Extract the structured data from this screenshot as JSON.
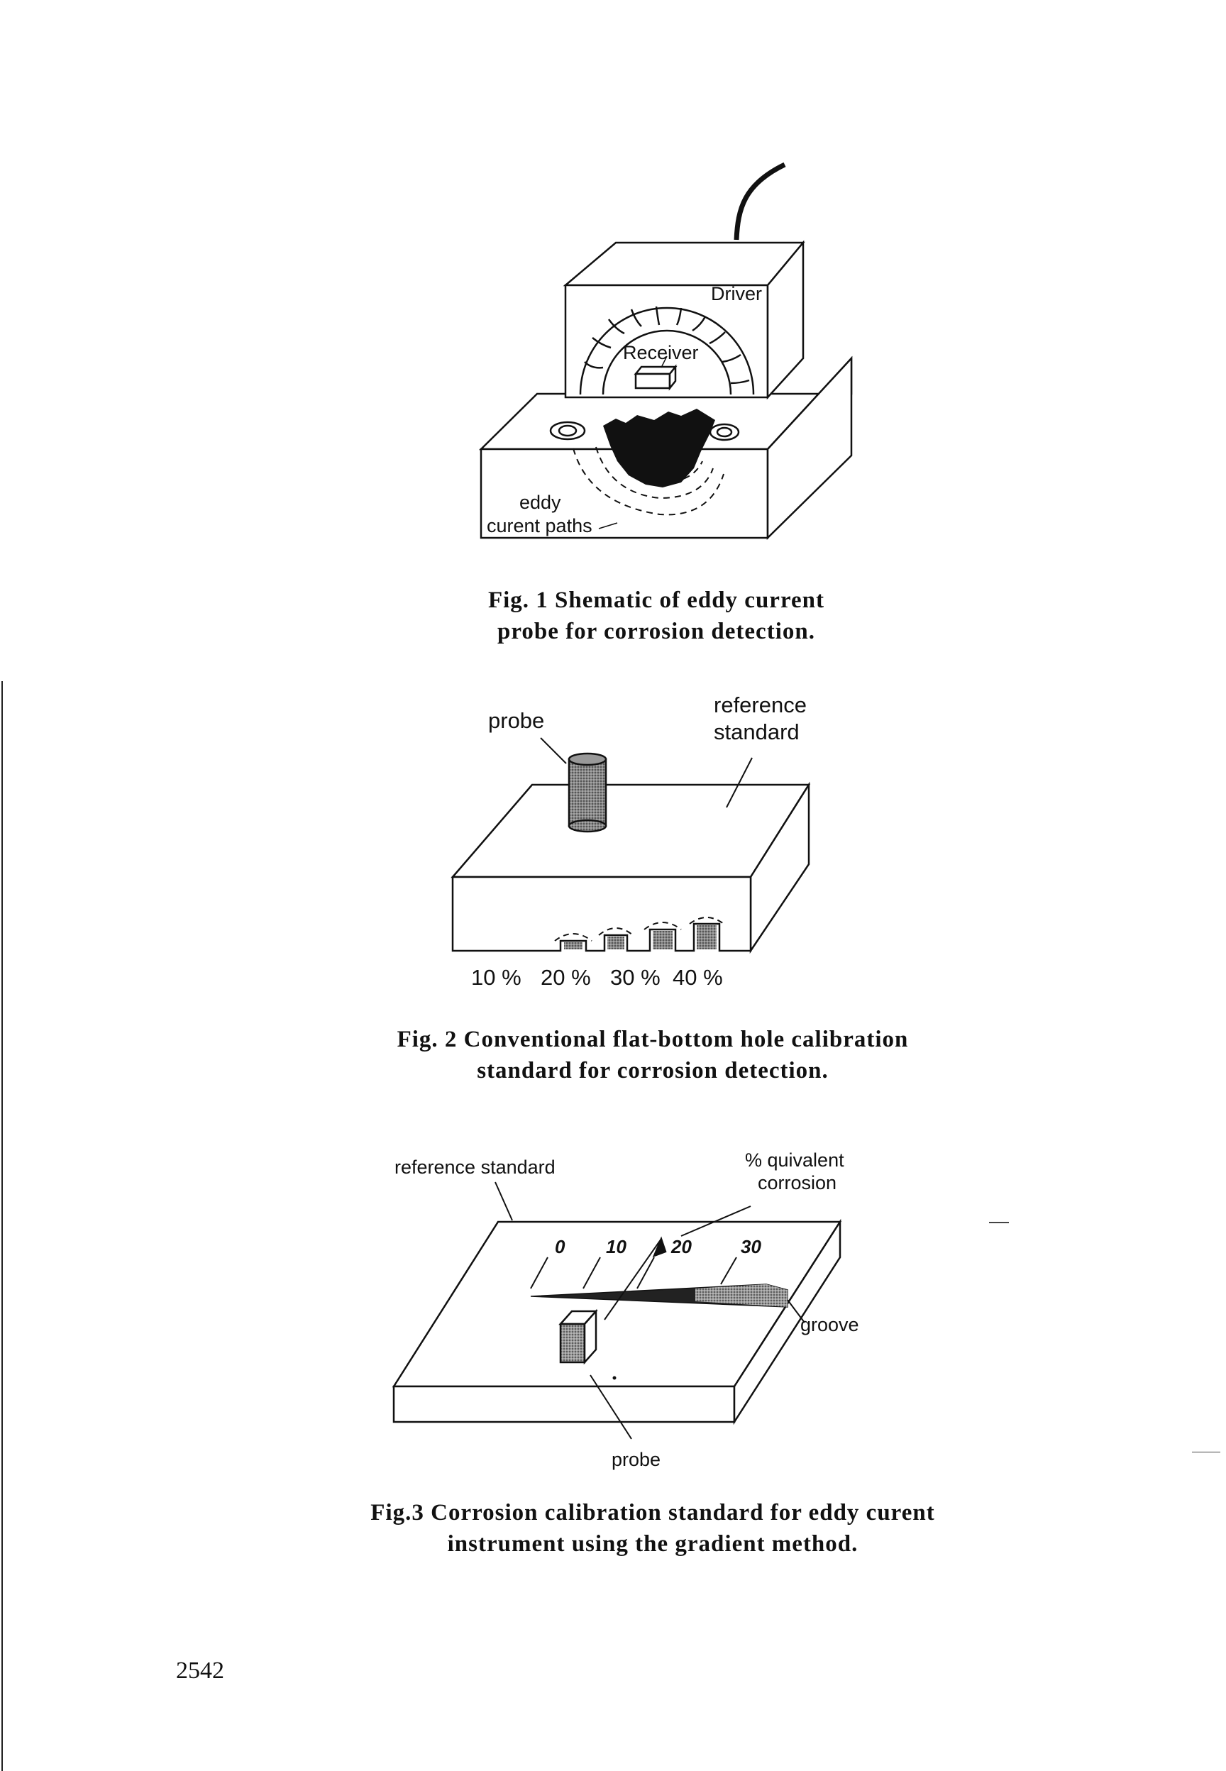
{
  "figures": [
    {
      "id": "fig1",
      "labels": {
        "driver": "Driver",
        "receiver": "Receiver",
        "eddy_line1": "eddy",
        "eddy_line2": "curent paths"
      },
      "caption_lines": [
        "Fig. 1 Shematic of eddy current",
        "probe for corrosion detection."
      ]
    },
    {
      "id": "fig2",
      "labels": {
        "probe": "probe",
        "ref_line1": "reference",
        "ref_line2": "standard"
      },
      "hole_labels": [
        "10 %",
        "20 %",
        "30 %",
        "40 %"
      ],
      "caption_lines": [
        "Fig. 2 Conventional flat-bottom hole calibration",
        "standard for corrosion detection."
      ]
    },
    {
      "id": "fig3",
      "labels": {
        "ref_standard": "reference standard",
        "pct_line1": "% quivalent",
        "pct_line2": "corrosion",
        "groove": "groove",
        "probe": "probe"
      },
      "scale_labels": [
        "0",
        "10",
        "20",
        "30"
      ],
      "caption_lines": [
        "Fig.3 Corrosion calibration standard for eddy curent",
        "instrument using the gradient method."
      ]
    }
  ],
  "page_number": "2542"
}
